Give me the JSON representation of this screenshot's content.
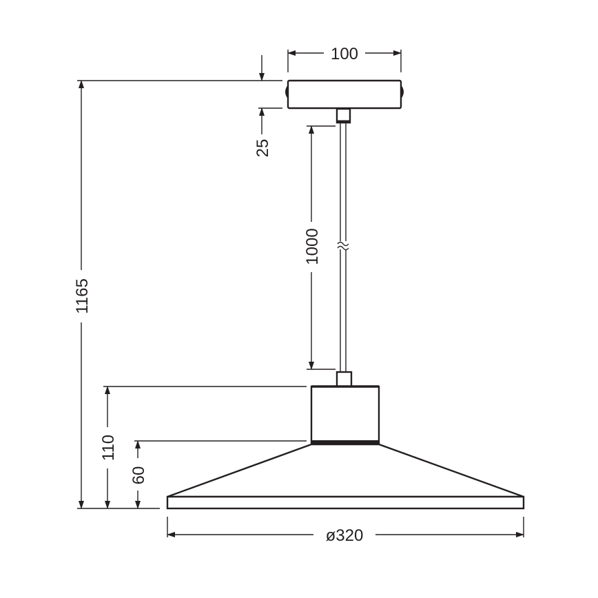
{
  "drawing": {
    "line_color": "#231f20",
    "dimensions": {
      "canopy_width": "100",
      "canopy_height": "25",
      "cable_length": "1000",
      "total_height": "1165",
      "lamp_height": "110",
      "shade_height": "60",
      "shade_diameter": "ø320"
    }
  }
}
